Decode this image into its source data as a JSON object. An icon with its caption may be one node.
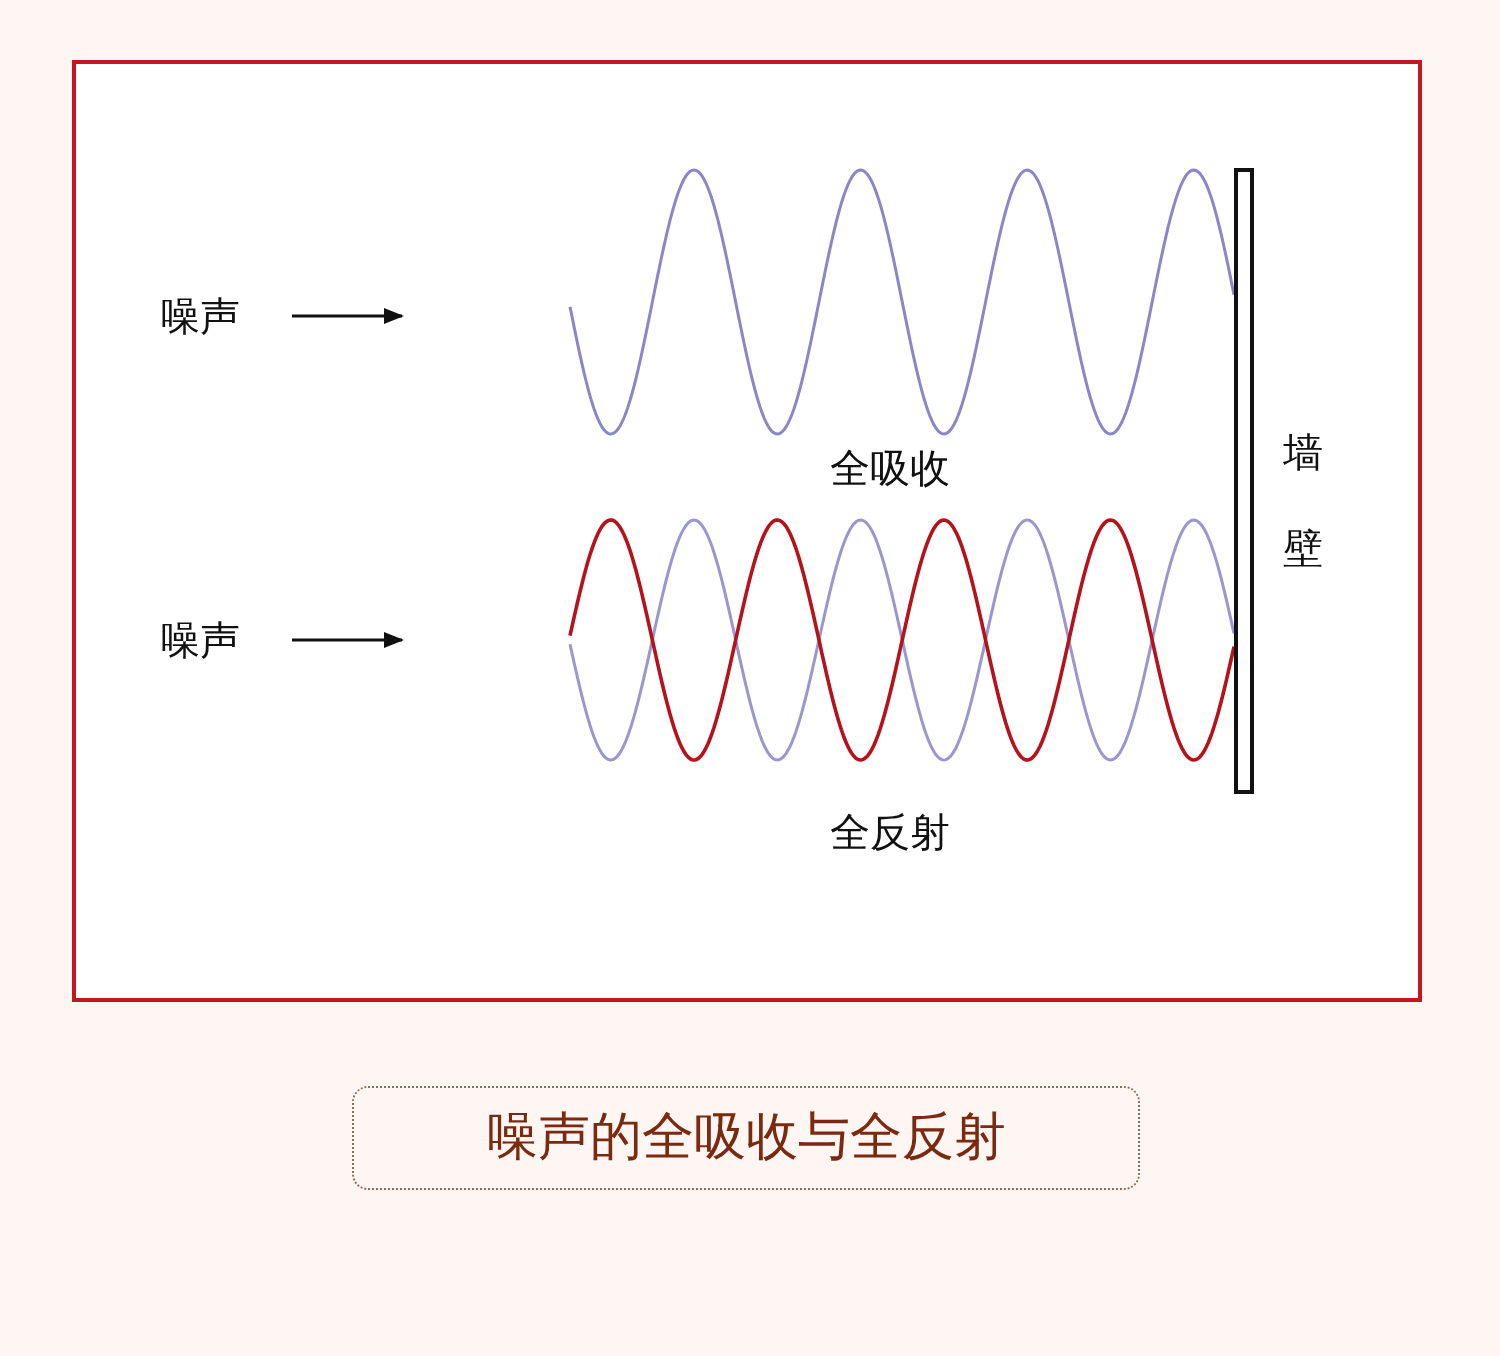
{
  "diagram": {
    "caption": "噪声的全吸收与全反射",
    "nodes": [
      {
        "text": [
          "噪声"
        ]
      },
      {
        "text": [
          "噪声"
        ]
      }
    ],
    "edges": [
      {
        "from": 0,
        "to": null,
        "arrow": "to"
      },
      {
        "from": 1,
        "to": null,
        "arrow": "to"
      }
    ],
    "labels": [
      "全吸收",
      "墙壁",
      "全反射"
    ]
  }
}
